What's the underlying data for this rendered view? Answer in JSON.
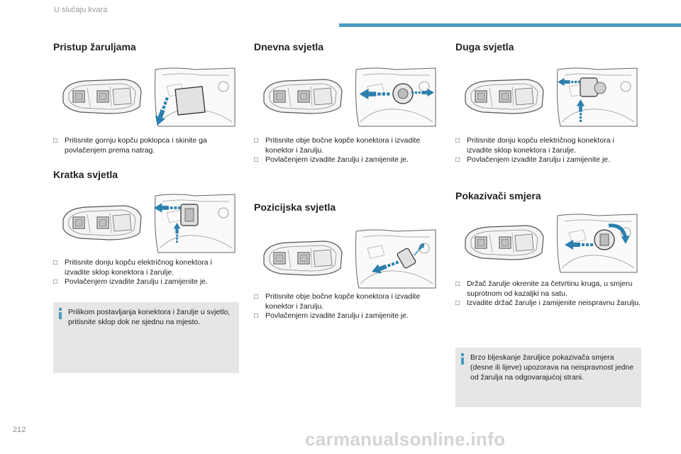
{
  "header": {
    "section_title": "U slučaju kvara",
    "accent_color": "#4a9bbf"
  },
  "page_number": "212",
  "watermark": "carmanualsonline.info",
  "col1": {
    "s1": {
      "title": "Pristup žaruljama",
      "steps": [
        "Pritisnite gornju kopču poklopca i skinite ga povlačenjem prema natrag."
      ]
    },
    "s2": {
      "title": "Kratka svjetla",
      "steps": [
        "Pritisnite donju kopču električnog konektora i izvadite sklop konektora i žarulje.",
        "Povlačenjem izvadite žarulju i zamijenite je."
      ]
    },
    "note": "Prilikom postavljanja konektora i žarulje u svjetlo, pritisnite sklop dok ne sjednu na mjesto."
  },
  "col2": {
    "s1": {
      "title": "Dnevna svjetla",
      "steps": [
        "Pritisnite obje bočne kopče konektora i izvadite konektor i žarulju.",
        "Povlačenjem izvadite žarulju i zamijenite je."
      ]
    },
    "s2": {
      "title": "Pozicijska svjetla",
      "steps": [
        "Pritisnite obje bočne kopče konektora i izvadite konektor i žarulju.",
        "Povlačenjem izvadite žarulju i zamijenite je."
      ]
    }
  },
  "col3": {
    "s1": {
      "title": "Duga svjetla",
      "steps": [
        "Pritisnite donju kopču električnog konektora i izvadite sklop konektora i žarulje.",
        "Povlačenjem izvadite žarulju i zamijenite je."
      ]
    },
    "s2": {
      "title": "Pokazivači smjera",
      "steps": [
        "Držač žarulje okrenite za četvrtinu kruga, u smjeru suprotnom od kazaljki na satu.",
        "Izvadite držač žarulje i zamijenite neispravnu žarulju."
      ]
    },
    "note": "Brzo bljeskanje žaruljice pokazivača smjera (desne ili lijeve) upozorava na neispravnost jedne od žarulja na odgovarajućoj strani."
  },
  "icons": {
    "bullet": "checkbox-bullet-icon",
    "info": "info-icon",
    "arrow": "direction-arrow-icon"
  }
}
